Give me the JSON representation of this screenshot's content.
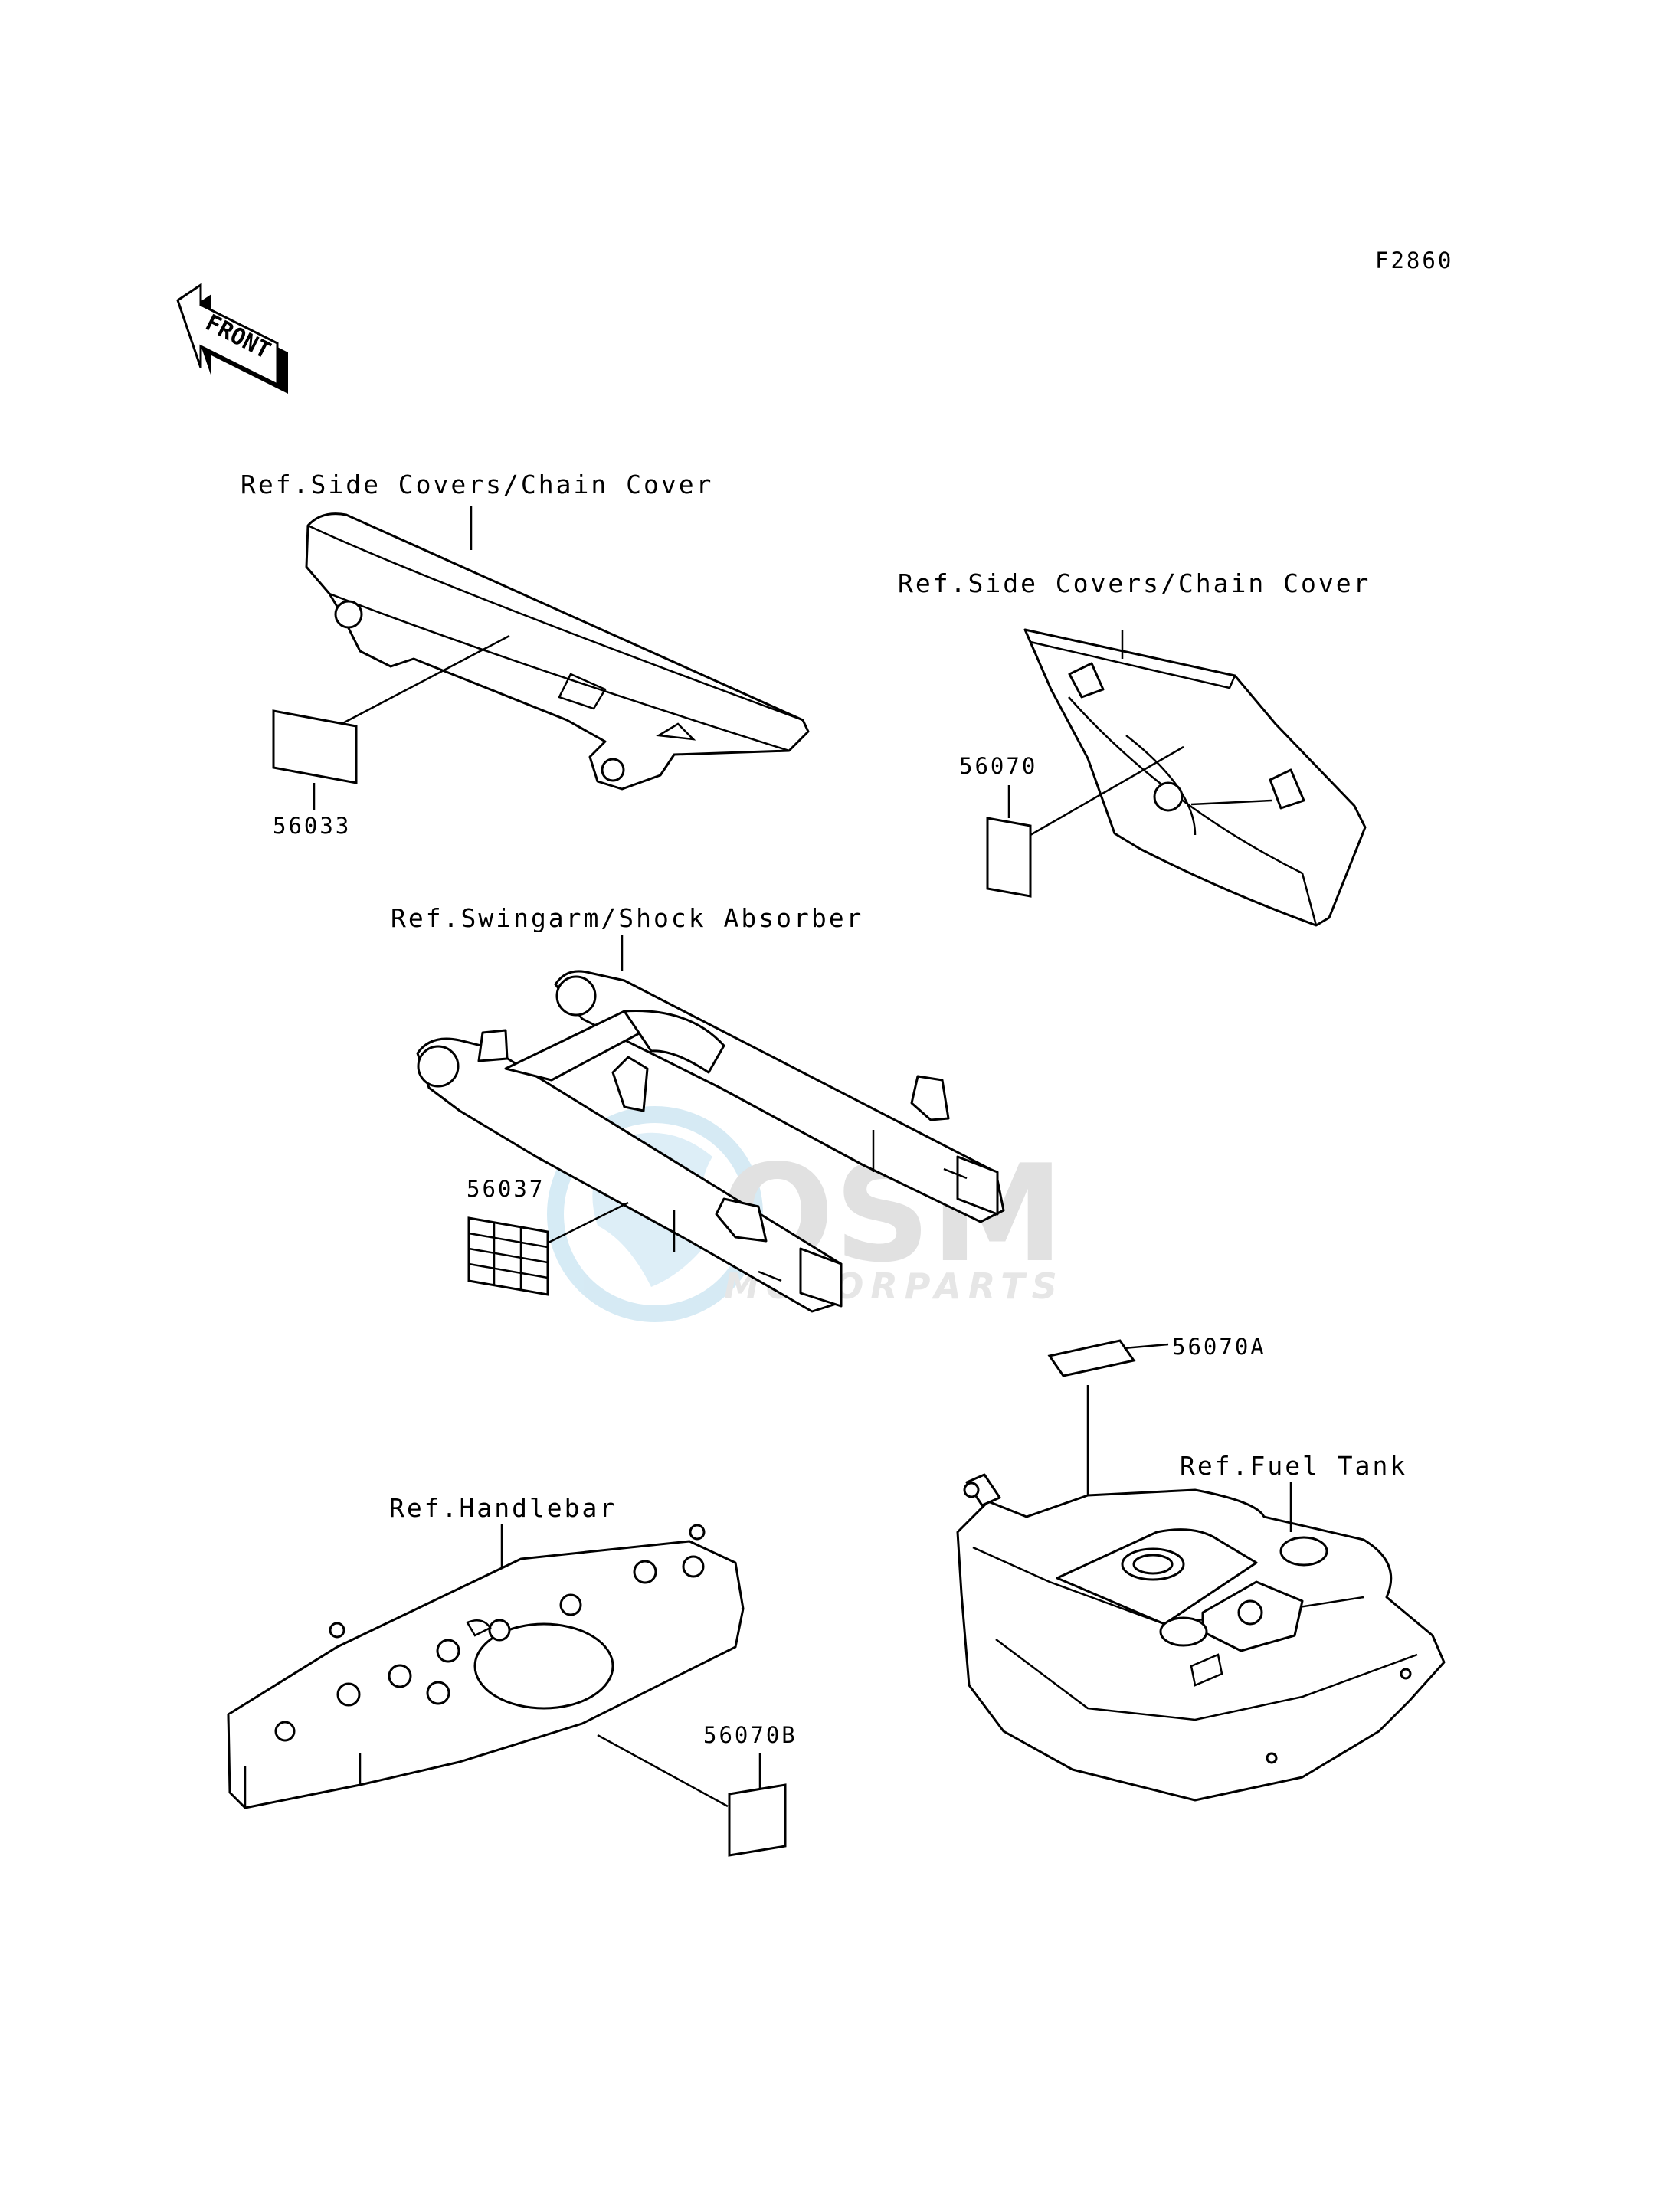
{
  "figure_code": "F2860",
  "front_arrow": {
    "text": "FRONT"
  },
  "watermark": {
    "line1": "OSM",
    "line2": "MOTORPARTS"
  },
  "callouts": [
    {
      "id": "chain_cover_ref",
      "text": "Ref.Side Covers/Chain Cover"
    },
    {
      "id": "part_56033",
      "text": "56033"
    },
    {
      "id": "side_cover_ref",
      "text": "Ref.Side Covers/Chain Cover"
    },
    {
      "id": "part_56070",
      "text": "56070"
    },
    {
      "id": "swingarm_ref",
      "text": "Ref.Swingarm/Shock Absorber"
    },
    {
      "id": "part_56037",
      "text": "56037"
    },
    {
      "id": "part_56070A",
      "text": "56070A"
    },
    {
      "id": "fuel_tank_ref",
      "text": "Ref.Fuel Tank"
    },
    {
      "id": "handlebar_ref",
      "text": "Ref.Handlebar"
    },
    {
      "id": "part_56070B",
      "text": "56070B"
    }
  ],
  "colors": {
    "line": "#000000",
    "background": "#ffffff",
    "watermark_blue": "#cfe7f3",
    "watermark_grey": "#d9d9d9"
  }
}
